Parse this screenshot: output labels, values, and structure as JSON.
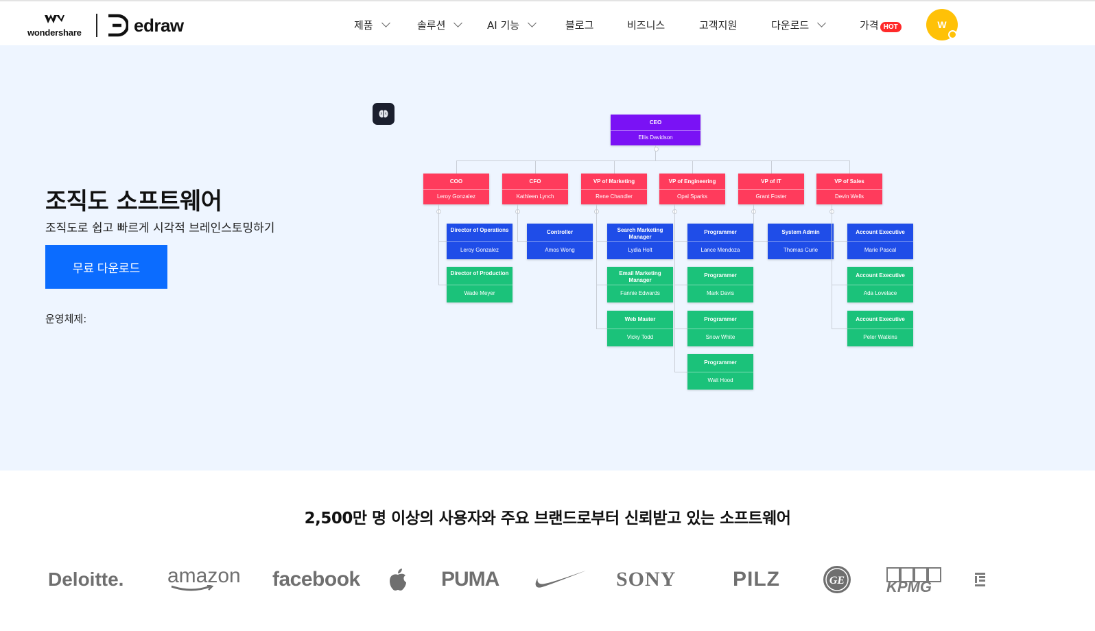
{
  "header": {
    "brand_name": "wondershare",
    "product_name": "edraw",
    "nav": [
      {
        "label": "제품",
        "has_dropdown": true
      },
      {
        "label": "솔루션",
        "has_dropdown": true
      },
      {
        "label": "AI 기능",
        "has_dropdown": true
      },
      {
        "label": "블로그",
        "has_dropdown": false
      },
      {
        "label": "비즈니스",
        "has_dropdown": false
      },
      {
        "label": "고객지원",
        "has_dropdown": false
      },
      {
        "label": "다운로드",
        "has_dropdown": true
      },
      {
        "label": "가격",
        "has_dropdown": false
      }
    ],
    "hot_badge": "HOT",
    "avatar_initial": "W"
  },
  "hero": {
    "title": "조직도 소프트웨어",
    "subtitle": "조직도로 쉽고 빠르게 시각적 브레인스토밍하기",
    "cta_label": "무료 다운로드",
    "os_label": "운영체제:"
  },
  "org_chart": {
    "ceo": {
      "title": "CEO",
      "name": "Ellis Davidson"
    },
    "vps": [
      {
        "title": "COO",
        "name": "Leroy Gonzalez"
      },
      {
        "title": "CFO",
        "name": "Kathleen Lynch"
      },
      {
        "title": "VP of Marketing",
        "name": "Rene Chandler"
      },
      {
        "title": "VP of Engineering",
        "name": "Opal Sparks"
      },
      {
        "title": "VP of IT",
        "name": "Grant Foster"
      },
      {
        "title": "VP of Sales",
        "name": "Devin Wells"
      }
    ],
    "reports": [
      [
        {
          "title": "Director of Operations",
          "name": "Leroy Gonzalez",
          "color": "blue"
        },
        {
          "title": "Director of Production",
          "name": "Wade Meyer",
          "color": "green"
        }
      ],
      [
        {
          "title": "Controller",
          "name": "Amos Wong",
          "color": "blue"
        }
      ],
      [
        {
          "title": "Search Marketing Manager",
          "name": "Lydia Holt",
          "color": "blue"
        },
        {
          "title": "Email Marketing Manager",
          "name": "Fannie Edwards",
          "color": "green"
        },
        {
          "title": "Web Master",
          "name": "Vicky Todd",
          "color": "green"
        }
      ],
      [
        {
          "title": "Programmer",
          "name": "Lance Mendoza",
          "color": "blue"
        },
        {
          "title": "Programmer",
          "name": "Mark Davis",
          "color": "green"
        },
        {
          "title": "Programmer",
          "name": "Snow White",
          "color": "green"
        },
        {
          "title": "Programmer",
          "name": "Walt Hood",
          "color": "green"
        }
      ],
      [
        {
          "title": "System Admin",
          "name": "Thomas Curie",
          "color": "blue"
        }
      ],
      [
        {
          "title": "Account Executive",
          "name": "Marie Pascal",
          "color": "blue"
        },
        {
          "title": "Account Executive",
          "name": "Ada Lovelace",
          "color": "green"
        },
        {
          "title": "Account Executive",
          "name": "Peter Watkins",
          "color": "green"
        }
      ]
    ]
  },
  "trust": {
    "title": "2,500만 명 이상의 사용자와 주요 브랜드로부터 신뢰받고 있는 소프트웨어",
    "logos": [
      "Deloitte.",
      "amazon",
      "facebook",
      "apple-logo",
      "PUMA",
      "nike-swoosh",
      "SONY",
      "PILZ",
      "GE",
      "KPMG",
      "partial-logo"
    ]
  },
  "colors": {
    "accent": "#0b6cff",
    "hero_bg": "#eef5ff",
    "ceo": "#7a12f5",
    "vp": "#ff3b5c",
    "blue_node": "#1f4de8",
    "green_node": "#1bc27a",
    "avatar": "#ffc107",
    "hot": "#ff2a2a"
  }
}
